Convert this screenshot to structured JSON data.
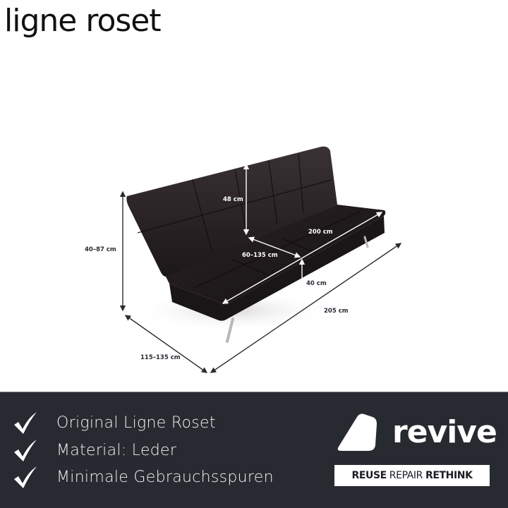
{
  "header": {
    "brand": "ligne roset"
  },
  "product_image": {
    "subject": "black leather sofa bed",
    "dimensions": {
      "total_height": "40–87 cm",
      "depth": "115–135 cm",
      "total_width": "205 cm",
      "backrest_height": "48 cm",
      "seat_depth": "60–135 cm",
      "seat_width": "200 cm",
      "seat_height": "40 cm"
    }
  },
  "features": {
    "items": [
      {
        "label": "Original Ligne Roset",
        "icon": "checkmark-icon"
      },
      {
        "label": "Material: Leder",
        "icon": "checkmark-icon"
      },
      {
        "label": "Minimale Gebrauchsspuren",
        "icon": "checkmark-icon"
      }
    ]
  },
  "revive": {
    "logo_text": "revive",
    "tagline": {
      "part1": "REUSE",
      "part2": "REPAIR",
      "part3": "RETHINK"
    }
  },
  "colors": {
    "band": "#272a31",
    "text_light": "#f2f2f2",
    "text_dark": "#111111",
    "sofa": "#221c1d"
  }
}
